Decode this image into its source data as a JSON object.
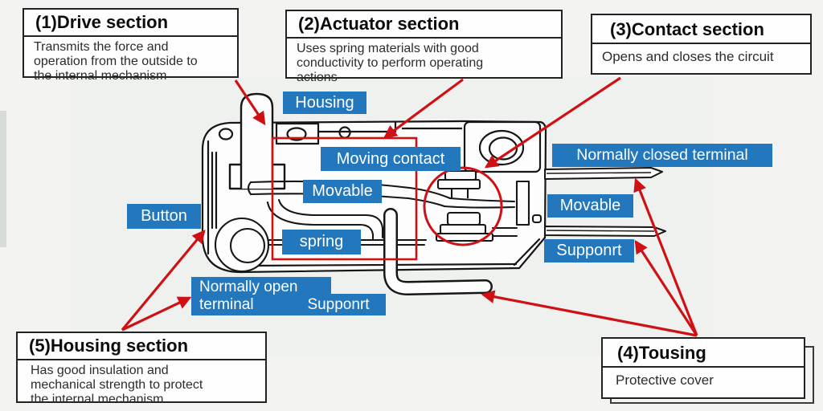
{
  "colors": {
    "accent_blue": "#2277bd",
    "accent_red": "#cf1116",
    "ink": "#161616",
    "background": "#f3f4f1"
  },
  "section_boxes": [
    {
      "id": "drive",
      "title": "(1)Drive section",
      "body": "Transmits the force and operation from the outside to the internal mechanism"
    },
    {
      "id": "actuator",
      "title": "(2)Actuator section",
      "body": "Uses spring materials with good conductivity to perform operating actions"
    },
    {
      "id": "contact",
      "title": "(3)Contact section",
      "body": "Opens and closes the circuit"
    },
    {
      "id": "tousing",
      "title": "(4)Tousing",
      "body": "Protective cover"
    },
    {
      "id": "housing",
      "title": "(5)Housing section",
      "body": "Has good insulation and mechanical strength to protect the internal mechanism"
    }
  ],
  "part_labels": {
    "housing": "Housing",
    "moving_contact": "Moving contact",
    "movable_left": "Movable",
    "button": "Button",
    "spring": "spring",
    "normally_open_line1": "Normally open",
    "normally_open_line2": "terminal",
    "supponrt_left": "Supponrt",
    "normally_closed": "Normally closed terminal",
    "movable_right": "Movable",
    "supponrt_right": "Supponrt"
  }
}
